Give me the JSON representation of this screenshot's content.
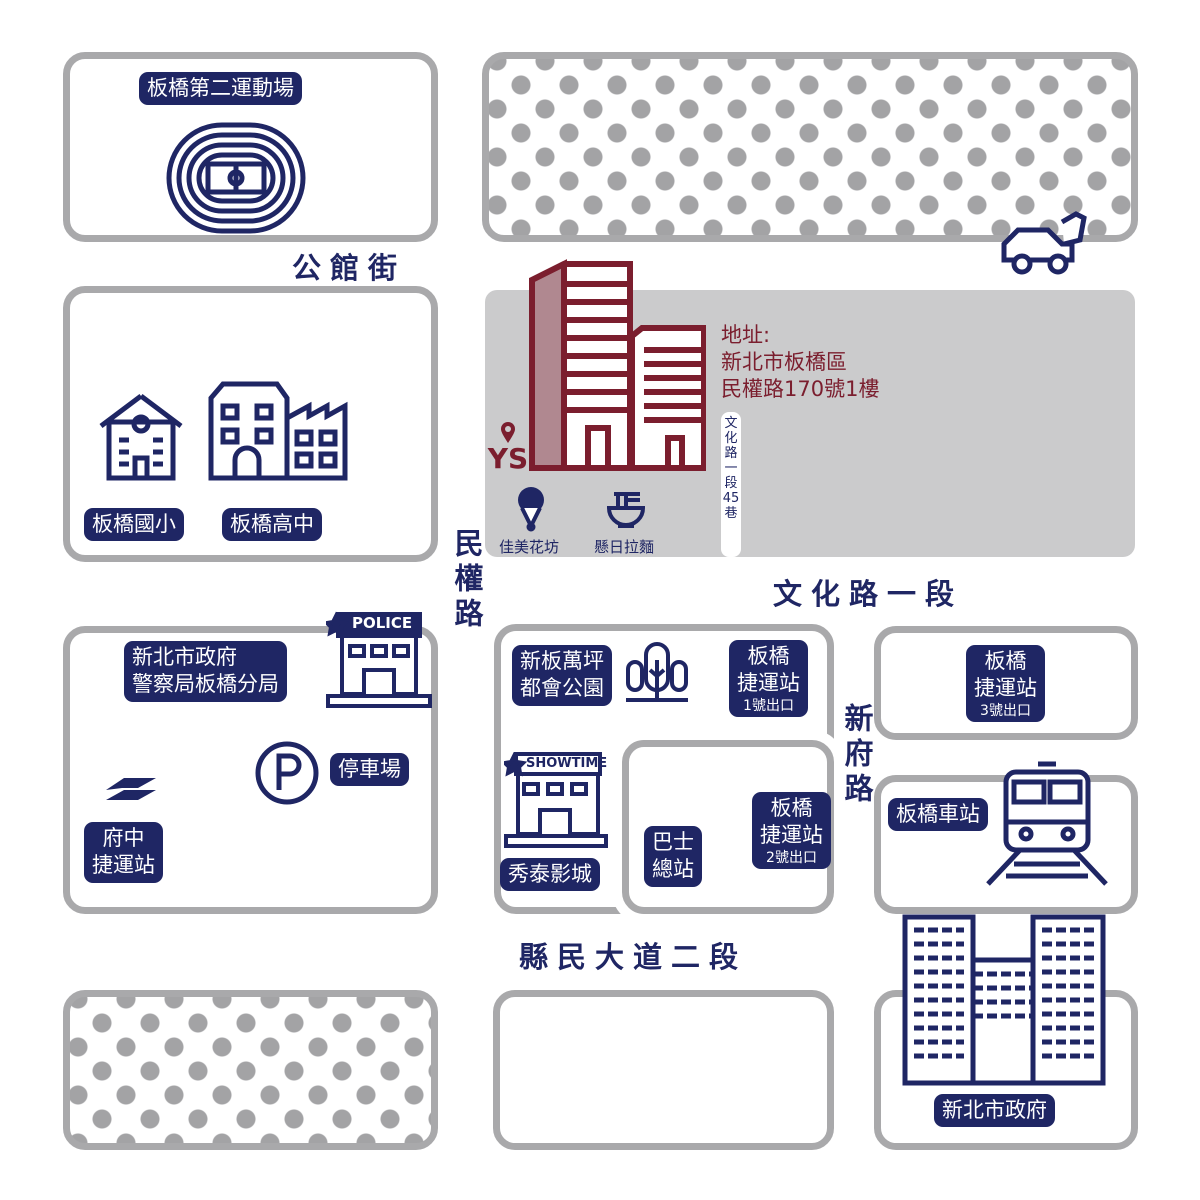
{
  "streets": {
    "gongguan": "公館街",
    "minquan": "民權路",
    "wenhua": "文化路一段",
    "xinfu": "新府路",
    "xianmin": "縣民大道二段",
    "lane": "文化路一段45巷"
  },
  "places": {
    "stadium": "板橋第二運動場",
    "elementary": "板橋國小",
    "highschool": "板橋高中",
    "police": "新北市政府\n警察局板橋分局",
    "police_sign": "POLICE",
    "parking": "停車場",
    "fuzhong_mrt": "府中\n捷運站",
    "park": "新板萬坪\n都會公園",
    "mrt_exit1": {
      "name": "板橋\n捷運站",
      "exit": "1號出口"
    },
    "mrt_exit2": {
      "name": "板橋\n捷運站",
      "exit": "2號出口"
    },
    "mrt_exit3": {
      "name": "板橋\n捷運站",
      "exit": "3號出口"
    },
    "cinema": "秀泰影城",
    "cinema_sign": "SHOWTIME",
    "bus": "巴士\n總站",
    "train": "板橋車站",
    "city_hall": "新北市政府",
    "florist": "佳美花坊",
    "ramen": "懸日拉麵"
  },
  "address": {
    "label": "地址:",
    "line1": "新北市板橋區",
    "line2": "民權路170號1樓",
    "logo": "YS"
  },
  "colors": {
    "navy": "#1f2664",
    "maroon": "#7b1e2e",
    "road_gray": "#a9a9ab",
    "lot_gray": "#cbcbcc"
  }
}
